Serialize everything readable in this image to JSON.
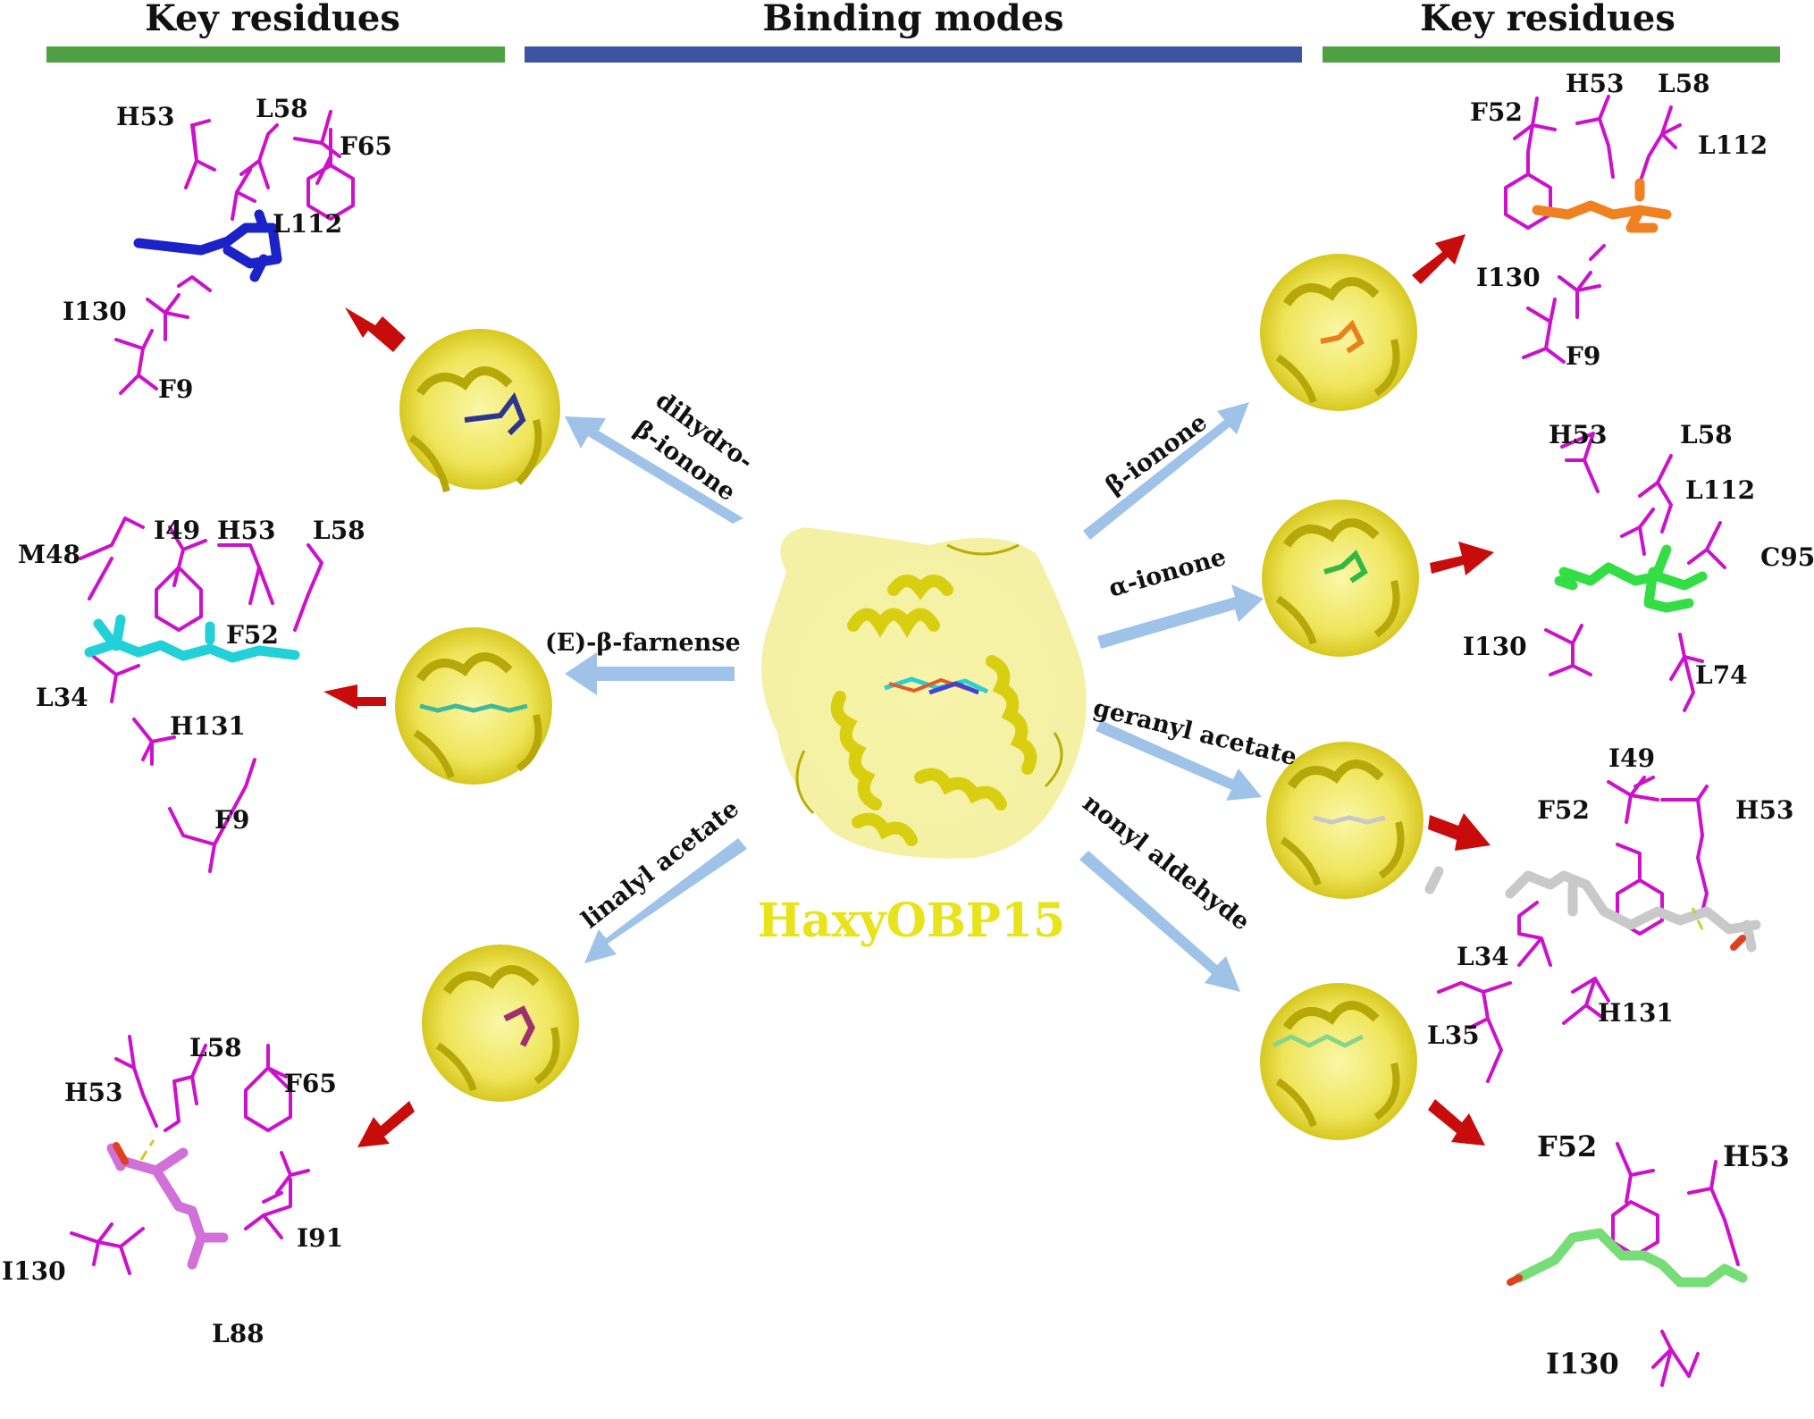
{
  "headers": {
    "left": "Key residues",
    "center": "Binding modes",
    "right": "Key residues"
  },
  "colors": {
    "left_bar": "#4ea043",
    "center_bar": "#3d55a0",
    "right_bar": "#4ea043",
    "residue_sticks": "#cc11cc",
    "protein": "#e8e31a",
    "blue_arrow": "#9fc3e8",
    "red_arrow": "#c80c0c"
  },
  "protein": {
    "name": "HaxyOBP15"
  },
  "ligands": {
    "dihydro_beta_ionone": {
      "line1": "dihydro-",
      "line2": "β-ionone",
      "color": "#1a22c8"
    },
    "e_beta_farnesene": {
      "label": "(E)-β-farnense",
      "color": "#22d0d8"
    },
    "linalyl_acetate": {
      "label": "linalyl acetate",
      "color": "#d070d8"
    },
    "beta_ionone": {
      "label": "β-ionone",
      "color": "#f08020"
    },
    "alpha_ionone": {
      "label": "α-ionone",
      "color": "#33dd44"
    },
    "geranyl_acetate": {
      "label": "geranyl acetate",
      "color": "#cccccc"
    },
    "nonyl_aldehyde": {
      "label": "nonyl aldehyde",
      "color": "#77dd77"
    }
  },
  "panels": {
    "dihydro_beta_ionone": [
      "H53",
      "L58",
      "F65",
      "L112",
      "I130",
      "F9"
    ],
    "e_beta_farnesene": [
      "M48",
      "I49",
      "H53",
      "L58",
      "F52",
      "L34",
      "H131",
      "F9"
    ],
    "linalyl_acetate": [
      "L58",
      "H53",
      "F65",
      "I91",
      "I130",
      "L88"
    ],
    "beta_ionone": [
      "F52",
      "H53",
      "L58",
      "L112",
      "I130",
      "F9"
    ],
    "alpha_ionone": [
      "H53",
      "L58",
      "L112",
      "C95",
      "I130",
      "L74"
    ],
    "geranyl_acetate": [
      "I49",
      "F52",
      "H53",
      "L34",
      "H131",
      "L35"
    ],
    "nonyl_aldehyde": [
      "F52",
      "H53",
      "I130"
    ]
  }
}
